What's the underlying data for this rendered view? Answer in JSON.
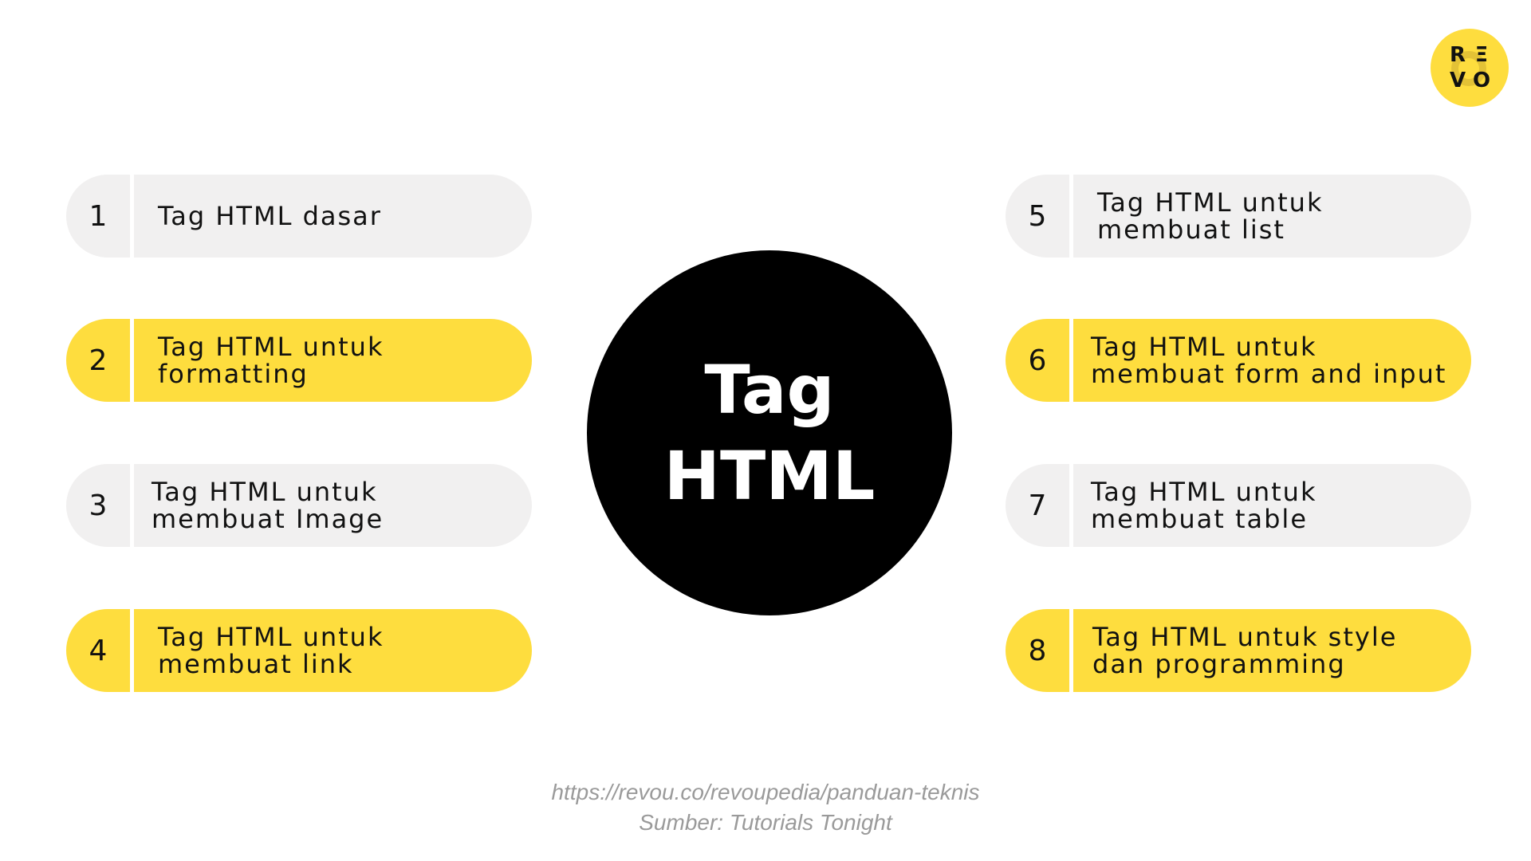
{
  "brand": {
    "logo_letters": [
      "R",
      "Ξ",
      "V",
      "O"
    ],
    "colors": {
      "yellow": "#fedd3e",
      "gray": "#f1f0f0",
      "black": "#000000"
    }
  },
  "center": {
    "line1": "Tag",
    "line2": "HTML"
  },
  "items": [
    {
      "number": "1",
      "label": "Tag HTML dasar",
      "style": "gray"
    },
    {
      "number": "2",
      "label": "Tag HTML untuk\nformatting",
      "style": "yellow"
    },
    {
      "number": "3",
      "label": "Tag HTML untuk\nmembuat Image",
      "style": "gray"
    },
    {
      "number": "4",
      "label": "Tag HTML untuk\nmembuat link",
      "style": "yellow"
    },
    {
      "number": "5",
      "label": "Tag HTML untuk\nmembuat list",
      "style": "gray"
    },
    {
      "number": "6",
      "label": "Tag HTML untuk\nmembuat form and input",
      "style": "yellow"
    },
    {
      "number": "7",
      "label": "Tag HTML untuk\nmembuat table",
      "style": "gray"
    },
    {
      "number": "8",
      "label": "Tag HTML untuk style\ndan programming",
      "style": "yellow"
    }
  ],
  "footer": {
    "url": "https://revou.co/revoupedia/panduan-teknis",
    "source": "Sumber:  Tutorials Tonight"
  }
}
